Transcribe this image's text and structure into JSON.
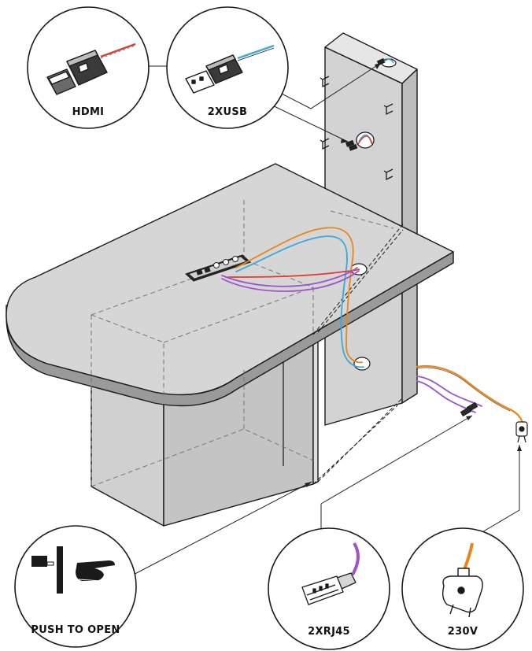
{
  "callouts": {
    "hdmi": {
      "label": "HDMI",
      "icon": "hdmi-plug-icon"
    },
    "usb": {
      "label": "2XUSB",
      "icon": "usb-plug-icon"
    },
    "push": {
      "label": "PUSH TO OPEN",
      "icon": "push-to-open-icon"
    },
    "rj45": {
      "label": "2XRJ45",
      "icon": "rj45-plug-icon"
    },
    "power": {
      "label": "230V",
      "icon": "power-plug-icon"
    }
  },
  "colors": {
    "surface": "#d6d6d6",
    "outline": "#1a1a1a",
    "hdmi_cable": "#e23b2e",
    "usb_cable": "#3aa9d6",
    "power_cable": "#e8861c",
    "network_cable": "#9b55c9"
  }
}
